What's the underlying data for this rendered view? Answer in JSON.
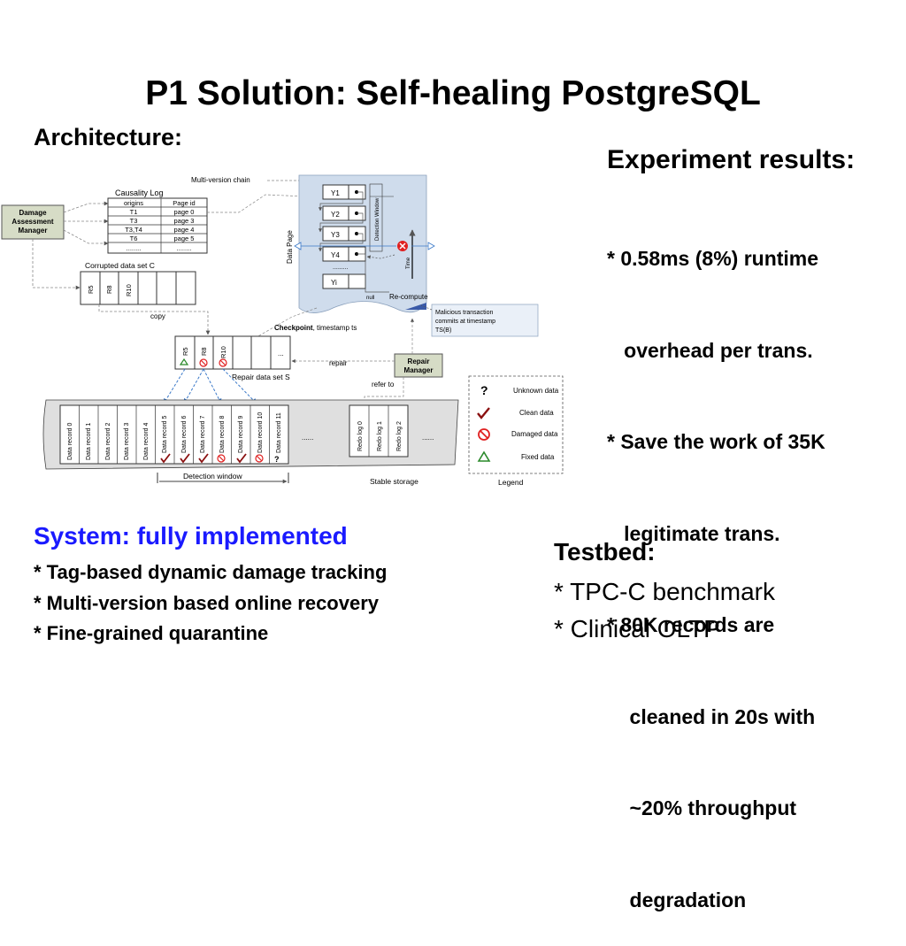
{
  "slide": {
    "title": "P1 Solution: Self-healing PostgreSQL",
    "architecture_label": "Architecture:"
  },
  "experiment": {
    "heading": "Experiment results:",
    "items": [
      "* 0.58ms (8%) runtime",
      "   overhead per trans.",
      "* Save the work of 35K",
      "   legitimate trans.",
      "* 80K records are",
      "    cleaned in 20s with",
      "    ~20% throughput",
      "    degradation"
    ]
  },
  "system": {
    "heading": "System: fully implemented",
    "items": [
      "* Tag-based dynamic damage tracking",
      "* Multi-version based online recovery",
      "* Fine-grained quarantine"
    ]
  },
  "testbed": {
    "heading": "Testbed:",
    "items": [
      "* TPC-C benchmark",
      "* Clinical OLTP"
    ]
  },
  "diagram": {
    "damage_manager": [
      "Damage",
      "Assessment",
      "Manager"
    ],
    "causality_log": {
      "title": "Causality Log",
      "headers": [
        "origins",
        "Page id"
      ],
      "rows": [
        [
          "T1",
          "page 0"
        ],
        [
          "T3",
          "page 3"
        ],
        [
          "T3,T4",
          "page 4"
        ],
        [
          "T6",
          "page 5"
        ],
        [
          "........",
          "........"
        ]
      ]
    },
    "multi_version_chain": "Multi-version chain",
    "corrupted": {
      "label": "Corrupted data set C",
      "cells": [
        "R5",
        "R8",
        "R10"
      ]
    },
    "copy": "copy",
    "data_page": "Data Page",
    "versions": [
      "Y1",
      "Y2",
      "Y3",
      "Y4",
      ".........",
      "Yi"
    ],
    "null_label": "null",
    "detection_window_label": "Detection Window",
    "time_label": "Time",
    "recompute": "Re-compute",
    "malicious": [
      "Malicious transaction",
      "commits at timestamp",
      "TS(B)"
    ],
    "checkpoint": {
      "bold": "Checkpoint",
      "rest": ", timestamp ts"
    },
    "repair_set": {
      "label": "Repair data set S",
      "cells": [
        "R5",
        "R8",
        "R10",
        "",
        "",
        "..."
      ]
    },
    "repair": "repair",
    "refer_to": "refer to",
    "repair_manager": [
      "Repair",
      "Manager"
    ],
    "storage": {
      "records": [
        "Data record 0",
        "Data record 1",
        "Data record 2",
        "Data record 3",
        "Data record 4",
        "Data record 5",
        "Data record 6",
        "Data record 7",
        "Data record 8",
        "Data record 9",
        "Data record 10",
        "Data record 11"
      ],
      "redo_logs": [
        "Redo log 0",
        "Redo log 1",
        "Redo log 2"
      ],
      "ellipsis": "......",
      "detection_window": "Detection window",
      "stable_storage": "Stable storage"
    },
    "legend": {
      "title": "Legend",
      "items": [
        "Unknown data",
        "Clean data",
        "Damaged data",
        "Fixed data"
      ]
    },
    "colors": {
      "damaged": "#e02020",
      "fixed": "#2a8a2a",
      "arrow_blue": "#3a78c8",
      "page_bg": "#cfdcec",
      "manager_bg": "#d6dcc6",
      "alert": "#e02020"
    }
  }
}
